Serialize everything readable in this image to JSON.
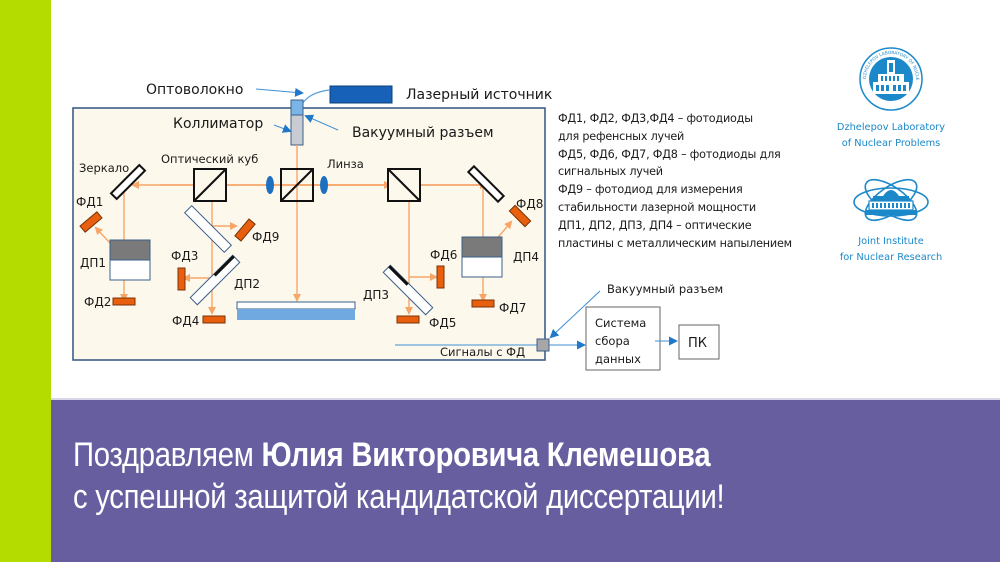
{
  "colors": {
    "accent_green": "#b5dc00",
    "banner_purple": "#665e9f",
    "chamber_fill": "#fdf8ec",
    "chamber_border": "#3b5f8a",
    "beam": "#f7a66a",
    "photodiode": "#e8600e",
    "lens": "#1f6fc0",
    "logo_blue": "#1b88c9"
  },
  "diagram": {
    "labels": {
      "fiber": "Оптоволокно",
      "laser_source": "Лазерный источник",
      "collimator": "Коллиматор",
      "vacuum_connector_top": "Вакуумный разъем",
      "mirror": "Зеркало",
      "optical_cube": "Оптический куб",
      "lens": "Линза",
      "pd1": "ФД1",
      "pd2": "ФД2",
      "pd3": "ФД3",
      "pd4": "ФД4",
      "pd5": "ФД5",
      "pd6": "ФД6",
      "pd7": "ФД7",
      "pd8": "ФД8",
      "pd9": "ФД9",
      "dp1": "ДП1",
      "dp2": "ДП2",
      "dp3": "ДП3",
      "dp4": "ДП4",
      "vacuum_connector_bottom": "Вакуумный разъем",
      "signals": "Сигналы с ФД",
      "daq_line1": "Система",
      "daq_line2": "сбора",
      "daq_line3": "данных",
      "pc": "ПК"
    }
  },
  "legend": [
    "ФД1, ФД2, ФД3,ФД4 – фотодиоды",
    "для рефенсных лучей",
    "ФД5, ФД6, ФД7, ФД8 – фотодиоды для",
    "сигнальных лучей",
    "ФД9 – фотодиод для измерения",
    "стабильности лазерной мощности",
    "ДП1, ДП2, ДП3, ДП4 – оптические",
    "пластины с металлическим напылением"
  ],
  "logos": {
    "dlnp": {
      "ring_text": "DZHELEPOV LABORATORY OF NUCLEAR PROBLEMS",
      "line1": "Dzhelepov Laboratory",
      "line2": "of Nuclear Problems"
    },
    "jinr": {
      "line1": "Joint Institute",
      "line2": "for Nuclear Research"
    }
  },
  "banner": {
    "line1_prefix": "Поздравляем ",
    "line1_name": "Юлия Викторовича Клемешова",
    "line2": "с успешной защитой кандидатской диссертации!"
  }
}
